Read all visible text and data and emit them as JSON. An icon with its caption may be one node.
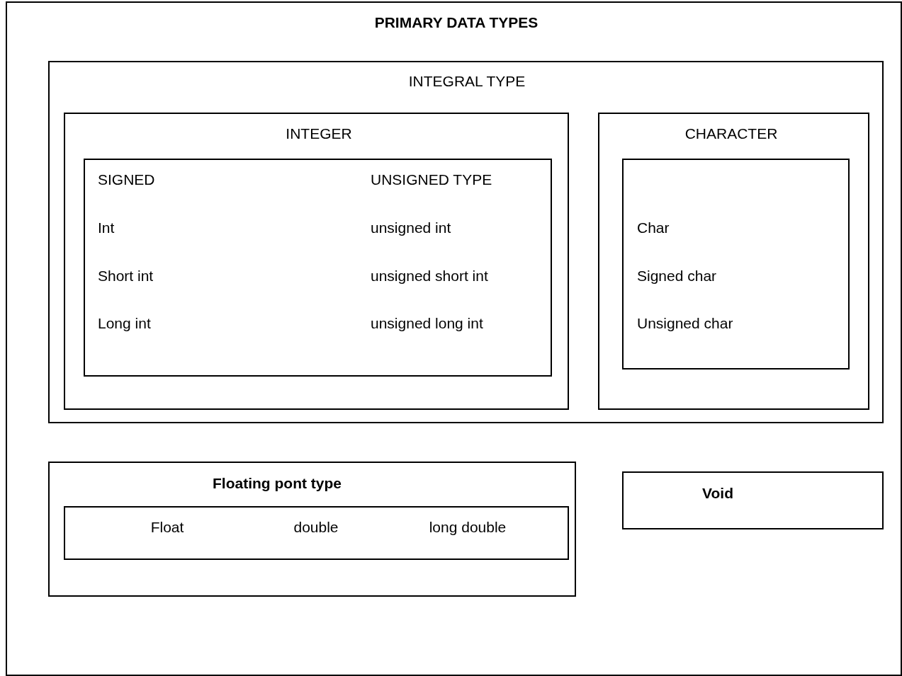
{
  "diagram": {
    "nodes": [
      {
        "text": [
          "PRIMARY DATA TYPES"
        ]
      },
      {
        "text": [
          "INTEGRAL TYPE"
        ],
        "in": 0
      },
      {
        "text": [
          "INTEGER"
        ],
        "in": 1
      },
      {
        "text": [
          "SIGNED",
          "UNSIGNED TYPE",
          "Int",
          "unsigned int",
          "Short int",
          "unsigned short int",
          "Long int",
          "unsigned long int"
        ],
        "in": 2
      },
      {
        "text": [
          "CHARACTER"
        ],
        "in": 1
      },
      {
        "text": [
          "Char",
          "Signed char",
          "Unsigned char"
        ],
        "in": 4
      },
      {
        "text": [
          "Floating pont type"
        ],
        "in": 0
      },
      {
        "text": [
          "Float",
          "double",
          "long double"
        ],
        "in": 6
      },
      {
        "text": [
          "Void"
        ],
        "in": 0
      }
    ]
  }
}
